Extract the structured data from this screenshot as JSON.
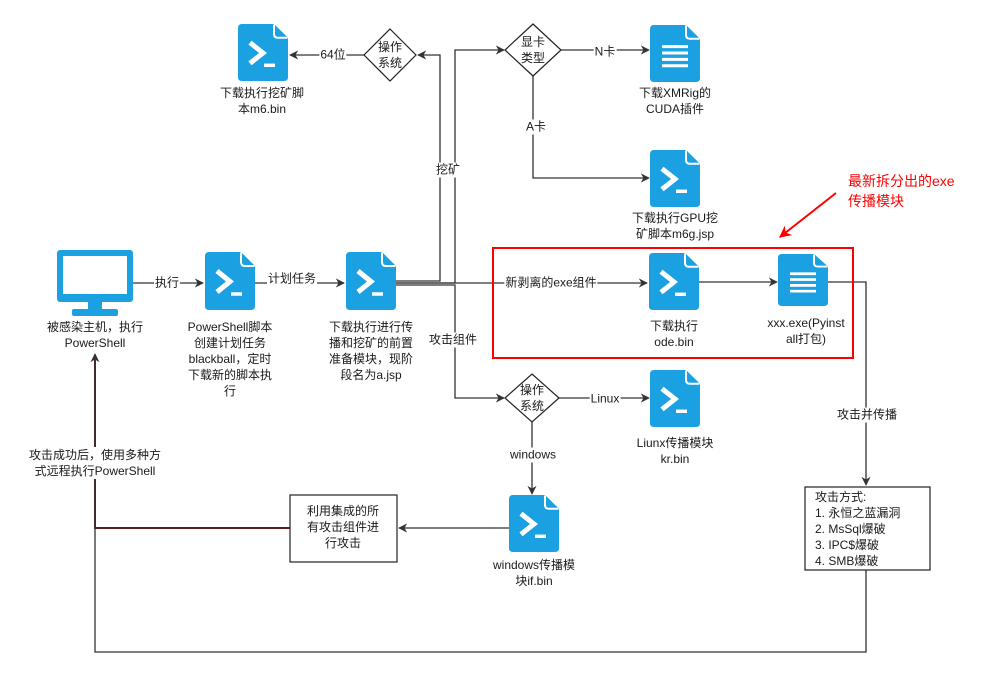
{
  "nodes": {
    "host": {
      "icon": "monitor-icon",
      "label": [
        "被感染主机，执行",
        "PowerShell"
      ]
    },
    "ps_schedule": {
      "icon": "powershell-icon",
      "label": [
        "PowerShell脚本",
        "创建计划任务",
        "blackball，定时",
        "下载新的脚本执",
        "行"
      ]
    },
    "a_jsp": {
      "icon": "powershell-icon",
      "label": [
        "下载执行进行传",
        "播和挖矿的前置",
        "准备模块，现阶",
        "段名为a.jsp"
      ]
    },
    "os_mining": {
      "label": [
        "操作",
        "系统"
      ]
    },
    "m6_bin": {
      "icon": "powershell-icon",
      "label": [
        "下载执行挖矿脚",
        "本m6.bin"
      ]
    },
    "gpu_type": {
      "label": [
        "显卡",
        "类型"
      ]
    },
    "xmrig_cuda": {
      "icon": "document-icon",
      "label": [
        "下载XMRig的",
        "CUDA插件"
      ]
    },
    "m6g_jsp": {
      "icon": "powershell-icon",
      "label": [
        "下载执行GPU挖",
        "矿脚本m6g.jsp"
      ]
    },
    "ode_bin": {
      "icon": "powershell-icon",
      "label": [
        "下载执行",
        "ode.bin"
      ]
    },
    "xxx_exe": {
      "icon": "document-icon",
      "label": [
        "xxx.exe(Pyinst",
        "all打包)"
      ]
    },
    "os_spread": {
      "label": [
        "操作",
        "系统"
      ]
    },
    "kr_bin": {
      "icon": "powershell-icon",
      "label": [
        "Liunx传播模块",
        "kr.bin"
      ]
    },
    "if_bin": {
      "icon": "powershell-icon",
      "label": [
        "windows传播模",
        "块if.bin"
      ]
    },
    "attack_all": {
      "label": [
        "利用集成的所",
        "有攻击组件进",
        "行攻击"
      ]
    },
    "attack_methods": {
      "title": "攻击方式:",
      "items": [
        "1. 永恒之蓝漏洞",
        "2. MsSql爆破",
        "3. IPC$爆破",
        "4. SMB爆破"
      ]
    }
  },
  "edges": {
    "execute": "执行",
    "scheduled_task": "计划任务",
    "mining": "挖矿",
    "attack_components": "攻击组件",
    "bit64": "64位",
    "n_card": "N卡",
    "a_card": "A卡",
    "new_exe": "新剥离的exe组件",
    "linux": "Linux",
    "windows": "windows",
    "attack_spread": "攻击并传播",
    "remote_exec": [
      "攻击成功后，使用多种方",
      "式远程执行PowerShell"
    ]
  },
  "annotation": {
    "text": [
      "最新拆分出的exe",
      "传播模块"
    ]
  },
  "colors": {
    "icon": "#1ba1e2",
    "line": "#333333",
    "highlight": "#ff0000",
    "return_line": "#5a1e1e"
  }
}
